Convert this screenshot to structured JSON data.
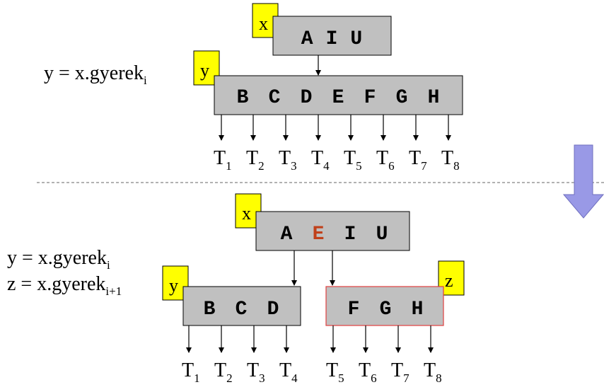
{
  "top": {
    "equation": {
      "lhs": "y = x.gyerek",
      "sub": "i"
    },
    "node_x": {
      "label": "x",
      "keys": [
        "A",
        "I",
        "U"
      ]
    },
    "node_y": {
      "label": "y",
      "keys": [
        "B",
        "C",
        "D",
        "E",
        "F",
        "G",
        "H"
      ]
    },
    "subtrees": [
      {
        "base": "T",
        "sub": "1"
      },
      {
        "base": "T",
        "sub": "2"
      },
      {
        "base": "T",
        "sub": "3"
      },
      {
        "base": "T",
        "sub": "4"
      },
      {
        "base": "T",
        "sub": "5"
      },
      {
        "base": "T",
        "sub": "6"
      },
      {
        "base": "T",
        "sub": "7"
      },
      {
        "base": "T",
        "sub": "8"
      }
    ]
  },
  "bottom": {
    "equation_y": {
      "lhs": "y = x.gyerek",
      "sub": "i"
    },
    "equation_z": {
      "lhs": "z = x.gyerek",
      "sub": "i+1"
    },
    "node_x": {
      "label": "x",
      "keys": [
        "A",
        "E",
        "I",
        "U"
      ],
      "highlight_key": "E"
    },
    "node_y": {
      "label": "y",
      "keys": [
        "B",
        "C",
        "D"
      ]
    },
    "node_z": {
      "label": "z",
      "keys": [
        "F",
        "G",
        "H"
      ]
    },
    "subtrees_left": [
      {
        "base": "T",
        "sub": "1"
      },
      {
        "base": "T",
        "sub": "2"
      },
      {
        "base": "T",
        "sub": "3"
      },
      {
        "base": "T",
        "sub": "4"
      }
    ],
    "subtrees_right": [
      {
        "base": "T",
        "sub": "5"
      },
      {
        "base": "T",
        "sub": "6"
      },
      {
        "base": "T",
        "sub": "7"
      },
      {
        "base": "T",
        "sub": "8"
      }
    ]
  },
  "colors": {
    "node_fill": "#c0c0c0",
    "label_fill": "#ffff00",
    "highlight_key": "#c0401a",
    "split_border": "#e04040",
    "transition_arrow": "#9999e6"
  }
}
